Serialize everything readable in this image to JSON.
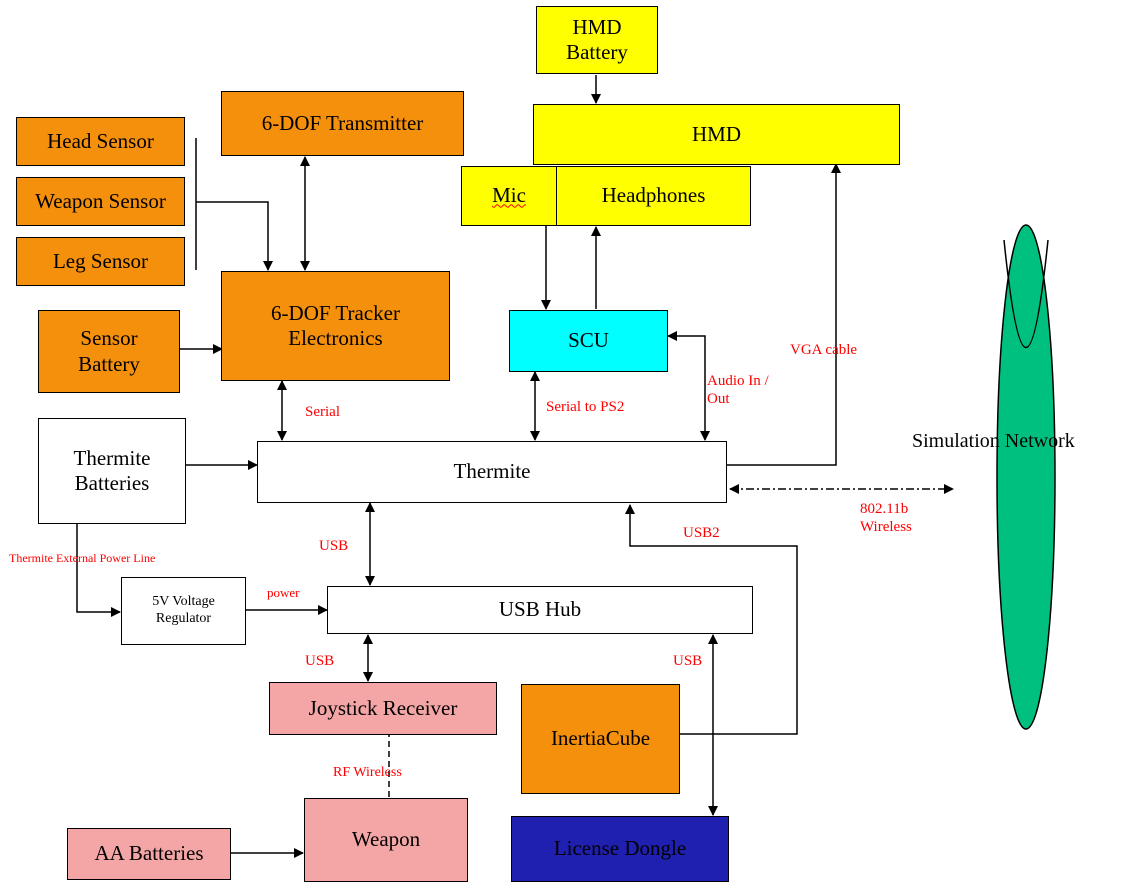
{
  "colors": {
    "sensor": "#f5900c",
    "display": "#ffff00",
    "scu": "#00ffff",
    "pink": "#f4a6a6",
    "dongle": "#2020b0",
    "network": "#00c080",
    "label": "#ff0000"
  },
  "boxes": {
    "hmd_battery": "HMD\nBattery",
    "hmd": "HMD",
    "mic": "Mic",
    "headphones": "Headphones",
    "transmitter": "6-DOF Transmitter",
    "head_sensor": "Head Sensor",
    "weapon_sensor": "Weapon Sensor",
    "leg_sensor": "Leg Sensor",
    "tracker": "6-DOF Tracker\nElectronics",
    "sensor_battery": "Sensor\nBattery",
    "scu": "SCU",
    "thermite_batteries": "Thermite\nBatteries",
    "thermite": "Thermite",
    "voltage_regulator": "5V Voltage\nRegulator",
    "usb_hub": "USB Hub",
    "joystick_receiver": "Joystick Receiver",
    "inertiacube": "InertiaCube",
    "license_dongle": "License Dongle",
    "aa_batteries": "AA Batteries",
    "weapon": "Weapon"
  },
  "network_label": "Simulation Network",
  "labels": {
    "serial": "Serial",
    "serial_ps2": "Serial to PS2",
    "audio": "Audio In /\nOut",
    "vga": "VGA  cable",
    "wireless": "802.11b\nWireless",
    "usb2": "USB2",
    "usb_top": "USB",
    "power_line": "Thermite External Power Line",
    "power": "power",
    "usb_left": "USB",
    "usb_right": "USB",
    "rf_wireless": "RF Wireless"
  }
}
